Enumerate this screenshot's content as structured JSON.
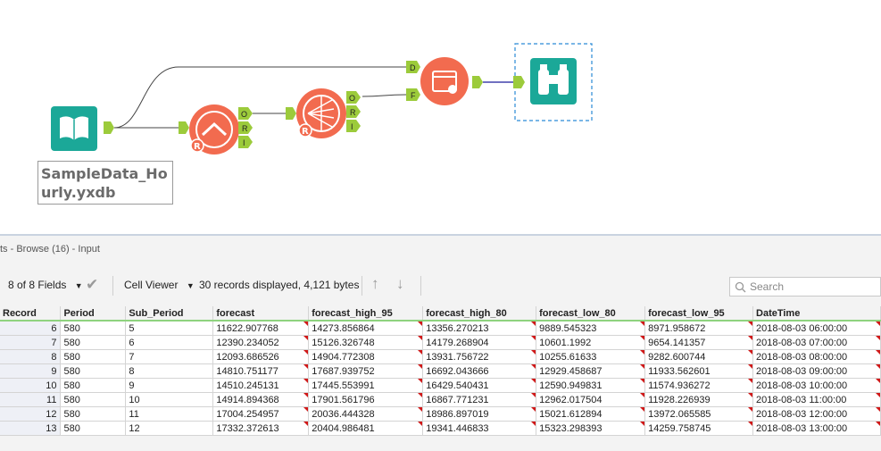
{
  "canvas": {
    "input_tool_label": "SampleData_Hourly.yxdb",
    "anchors": {
      "ets_out": [
        "O",
        "R",
        "I"
      ],
      "nnet_out": [
        "O",
        "R",
        "I"
      ],
      "union_in": [
        "D",
        "F"
      ]
    },
    "colors": {
      "input_teal": "#1ba898",
      "predictive_orange": "#f26b4f",
      "anchor_green": "#9ccb3b"
    }
  },
  "results": {
    "title": "ts - Browse (16) - Input",
    "fields_selector": "8 of 8 Fields",
    "cell_viewer": "Cell Viewer",
    "summary": "30 records displayed, 4,121 bytes",
    "search_placeholder": "Search",
    "columns": [
      "Record",
      "Period",
      "Sub_Period",
      "forecast",
      "forecast_high_95",
      "forecast_high_80",
      "forecast_low_80",
      "forecast_low_95",
      "DateTime"
    ],
    "rows": [
      [
        "6",
        "580",
        "5",
        "11622.907768",
        "14273.856864",
        "13356.270213",
        "9889.545323",
        "8971.958672",
        "2018-08-03 06:00:00"
      ],
      [
        "7",
        "580",
        "6",
        "12390.234052",
        "15126.326748",
        "14179.268904",
        "10601.1992",
        "9654.141357",
        "2018-08-03 07:00:00"
      ],
      [
        "8",
        "580",
        "7",
        "12093.686526",
        "14904.772308",
        "13931.756722",
        "10255.61633",
        "9282.600744",
        "2018-08-03 08:00:00"
      ],
      [
        "9",
        "580",
        "8",
        "14810.751177",
        "17687.939752",
        "16692.043666",
        "12929.458687",
        "11933.562601",
        "2018-08-03 09:00:00"
      ],
      [
        "10",
        "580",
        "9",
        "14510.245131",
        "17445.553991",
        "16429.540431",
        "12590.949831",
        "11574.936272",
        "2018-08-03 10:00:00"
      ],
      [
        "11",
        "580",
        "10",
        "14914.894368",
        "17901.561796",
        "16867.771231",
        "12962.017504",
        "11928.226939",
        "2018-08-03 11:00:00"
      ],
      [
        "12",
        "580",
        "11",
        "17004.254957",
        "20036.444328",
        "18986.897019",
        "15021.612894",
        "13972.065585",
        "2018-08-03 12:00:00"
      ],
      [
        "13",
        "580",
        "12",
        "17332.372613",
        "20404.986481",
        "19341.446833",
        "15323.298393",
        "14259.758745",
        "2018-08-03 13:00:00"
      ]
    ]
  }
}
